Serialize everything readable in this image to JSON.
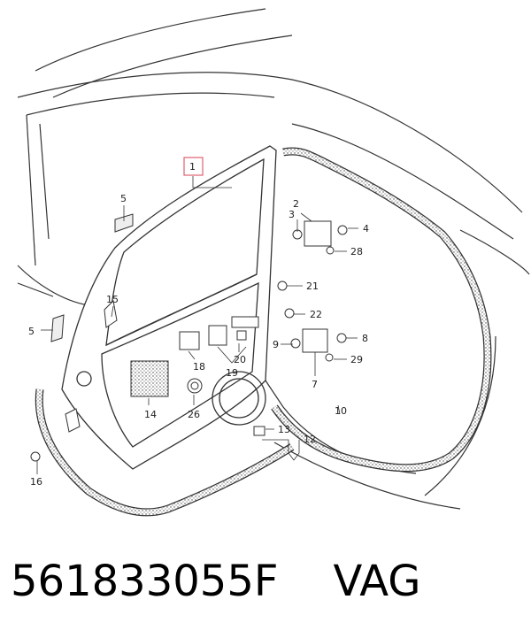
{
  "diagram": {
    "callouts": {
      "c1": "1",
      "c2": "2",
      "c3": "3",
      "c4": "4",
      "c5a": "5",
      "c5b": "5",
      "c7": "7",
      "c8": "8",
      "c9": "9",
      "c10": "10",
      "c12": "12",
      "c13": "13",
      "c14": "14",
      "c15": "15",
      "c16": "16",
      "c18": "18",
      "c19": "19",
      "c20": "20",
      "c21": "21",
      "c22": "22",
      "c26": "26",
      "c28": "28",
      "c29": "29"
    },
    "highlight_color": "#e06070"
  },
  "caption": {
    "part_number": "561833055F",
    "brand": "VAG"
  }
}
